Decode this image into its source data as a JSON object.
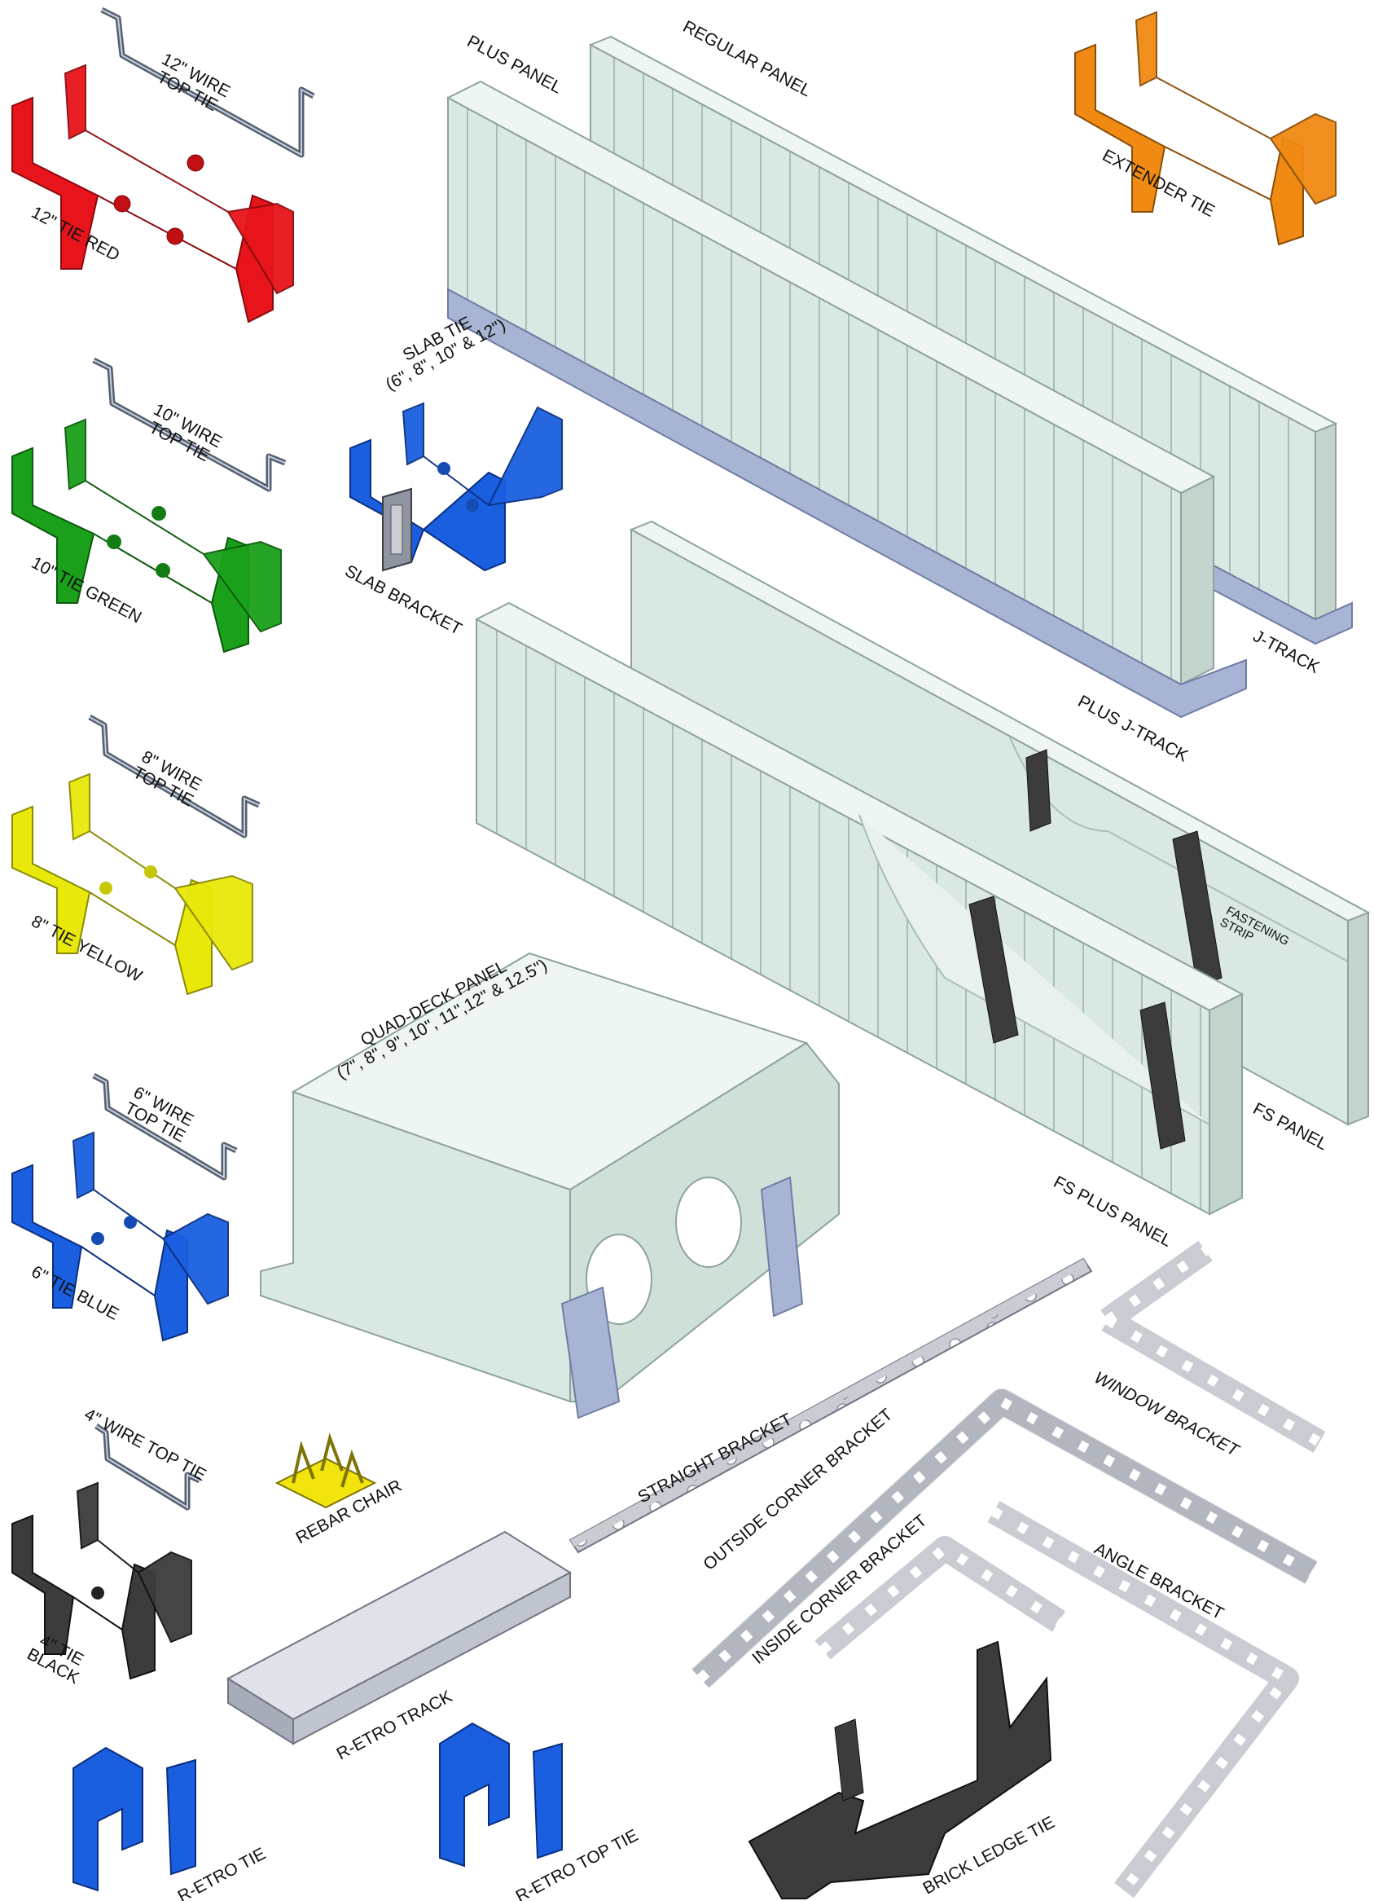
{
  "colors": {
    "red": "#e8141b",
    "green": "#1aa01a",
    "yellow": "#e8e80a",
    "blue": "#1a5fe0",
    "black": "#3c3c3c",
    "orange": "#f08a12",
    "foam": "#d9e8e3",
    "track": "#a8b4d4",
    "bracket": "#c9ccd3",
    "wire": "#556070"
  },
  "labels": {
    "wire12": "12\" WIRE\nTOP TIE",
    "tie12": "12\" TIE RED",
    "wire10": "10\" WIRE\nTOP TIE",
    "tie10": "10\" TIE GREEN",
    "wire8": "8\" WIRE\nTOP TIE",
    "tie8": "8\" TIE YELLOW",
    "wire6": "6\" WIRE\nTOP TIE",
    "tie6": "6\" TIE BLUE",
    "wire4": "4\" WIRE TOP TIE",
    "tie4": "4\" TIE\nBLACK",
    "plus_panel": "PLUS PANEL",
    "regular_panel": "REGULAR PANEL",
    "extender_tie": "EXTENDER TIE",
    "slab_tie": "SLAB TIE\n(6\", 8\", 10\" & 12\")",
    "slab_bracket": "SLAB BRACKET",
    "j_track": "J-TRACK",
    "plus_j_track": "PLUS J-TRACK",
    "fastening_strip": "FASTENING\nSTRIP",
    "fs_panel": "FS PANEL",
    "fs_plus_panel": "FS PLUS PANEL",
    "quad_deck": "QUAD-DECK PANEL\n(7\", 8\", 9\", 10\", 11\",12\" & 12.5\")",
    "rebar_chair": "REBAR CHAIR",
    "retro_track": "R-ETRO TRACK",
    "retro_tie": "R-ETRO TIE",
    "retro_top_tie": "R-ETRO TOP TIE",
    "straight_bracket": "STRAIGHT BRACKET",
    "outside_corner": "OUTSIDE CORNER BRACKET",
    "inside_corner": "INSIDE CORNER BRACKET",
    "window_bracket": "WINDOW BRACKET",
    "angle_bracket": "ANGLE BRACKET",
    "brick_ledge": "BRICK LEDGE TIE"
  }
}
